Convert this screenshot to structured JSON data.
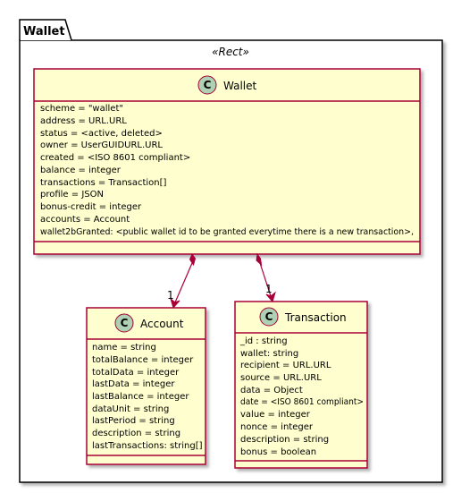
{
  "package": {
    "label": "Wallet",
    "stereotype": "«Rect»"
  },
  "colors": {
    "class_fill": "#FEFECE",
    "class_border": "#A80036",
    "badge_fill": "#ADD1B2",
    "arrow": "#A80036",
    "package_border": "#000000"
  },
  "classes": {
    "wallet": {
      "badge": "C",
      "name": "Wallet",
      "attributes": [
        "scheme = \"wallet\"",
        "address = URL.URL",
        "status = <active, deleted>",
        "owner = UserGUIDURL.URL",
        "created = <ISO 8601 compliant>",
        "balance = integer",
        "transactions = Transaction[]",
        "profile = JSON",
        "bonus-credit = integer",
        "accounts = Account",
        "wallet2bGranted: <public wallet id to be granted everytime there is a new transaction>,"
      ]
    },
    "account": {
      "badge": "C",
      "name": "Account",
      "attributes": [
        "name = string",
        "totalBalance = integer",
        "totalData = integer",
        "lastData = integer",
        "lastBalance = integer",
        "dataUnit = string",
        "lastPeriod = string",
        "description = string",
        "lastTransactions: string[]"
      ]
    },
    "transaction": {
      "badge": "C",
      "name": "Transaction",
      "attributes": [
        "_id : string",
        "wallet: string",
        "recipient = URL.URL",
        "source = URL.URL",
        "data = Object",
        "date = <ISO 8601 compliant>",
        "value = integer",
        "nonce = integer",
        "description = string",
        "bonus = boolean"
      ]
    }
  },
  "relations": [
    {
      "from": "Wallet",
      "to": "Account",
      "kind": "composition",
      "multiplicity": "1"
    },
    {
      "from": "Wallet",
      "to": "Transaction",
      "kind": "composition",
      "multiplicity": "1"
    }
  ]
}
